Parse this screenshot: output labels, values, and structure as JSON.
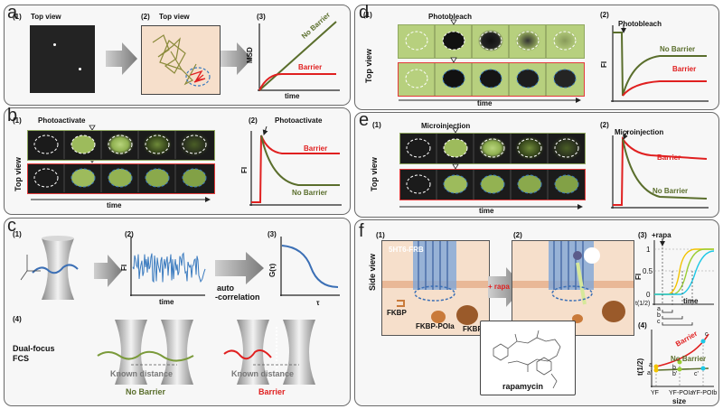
{
  "panels": {
    "a": {
      "label": "a",
      "step1": {
        "num": "(1)",
        "title": "Top view"
      },
      "step2": {
        "num": "(2)",
        "title": "Top view"
      },
      "step3": {
        "num": "(3)",
        "ylabel": "MSD",
        "xlabel": "time",
        "no_barrier": "No Barrier",
        "barrier": "Barrier"
      }
    },
    "b": {
      "label": "b",
      "step1": {
        "num": "(1)",
        "title": "Photoactivate",
        "side": "Top view",
        "axis": "time"
      },
      "step2": {
        "num": "(2)",
        "title": "Photoactivate",
        "ylabel": "FI",
        "barrier": "Barrier",
        "no_barrier": "No Barrier"
      }
    },
    "c": {
      "label": "c",
      "step1": {
        "num": "(1)"
      },
      "step2": {
        "num": "(2)",
        "ylabel": "FI",
        "xlabel": "time"
      },
      "arrow_text_1": "auto",
      "arrow_text_2": "-correlation",
      "step3": {
        "num": "(3)",
        "ylabel": "G(τ)",
        "xlabel": "τ"
      },
      "step4": {
        "num": "(4)",
        "title_1": "Dual-focus",
        "title_2": "FCS",
        "known": "Known distance",
        "no_barrier": "No Barrier",
        "barrier": "Barrier"
      }
    },
    "d": {
      "label": "d",
      "step1": {
        "num": "(1)",
        "title": "Photobleach",
        "side": "Top view",
        "axis": "time"
      },
      "step2": {
        "num": "(2)",
        "title": "Photobleach",
        "ylabel": "FI",
        "no_barrier": "No Barrier",
        "barrier": "Barrier"
      }
    },
    "e": {
      "label": "e",
      "step1": {
        "num": "(1)",
        "title": "Microinjection",
        "side": "Top view",
        "axis": "time"
      },
      "step2": {
        "num": "(2)",
        "title": "Microinjection",
        "barrier": "Barrier",
        "no_barrier": "No Barrier"
      }
    },
    "f": {
      "label": "f",
      "step1": {
        "num": "(1)",
        "side": "Side view",
        "frb": "5HT6-FRB",
        "fkbp": "FKBP",
        "poia": "FKBP-POIa",
        "poib": "FKBP-POIb"
      },
      "step2": {
        "num": "(2)",
        "rapa": "+ rapa",
        "molecule": "rapamycin"
      },
      "step3": {
        "num": "(3)",
        "rapa": "+rapa",
        "ylabel": "FI",
        "xlabel": "time",
        "t1": "1",
        "t05": "0.5",
        "t0": "0",
        "thalf": "t(1/2)",
        "a": "a",
        "b": "b",
        "c": "c"
      },
      "step4": {
        "num": "(4)",
        "ylabel": "t(1/2)",
        "barrier": "Barrier",
        "no_barrier": "No Barrier",
        "xlabel": "size",
        "x1": "YF",
        "x2": "YF-POIa",
        "x3": "YF-POIb",
        "a": "a",
        "b": "b",
        "c": "c",
        "ap": "a'",
        "bp": "b'",
        "cp": "c'"
      }
    }
  },
  "colors": {
    "olive": "#5a6e2c",
    "red": "#e02020",
    "green_fill": "#a9c46c",
    "frame_green": "#90a860",
    "frame_red": "#e43a3a",
    "blue": "#3b7bbf"
  }
}
